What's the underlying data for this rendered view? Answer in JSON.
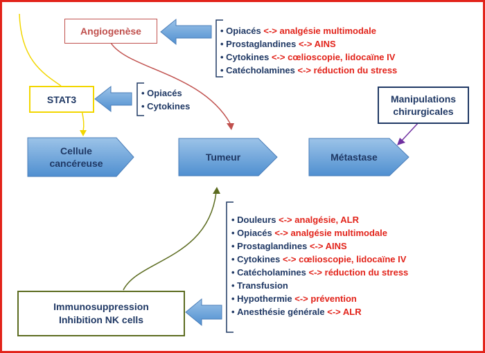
{
  "colors": {
    "frame": "#e2231a",
    "navy": "#1f3864",
    "red": "#e2231a",
    "angio_border": "#c0504d",
    "stat3_border": "#f2d600",
    "immuno_border": "#5b6b1f",
    "manip_arrow": "#7030a0",
    "arrow_fill": "#5b9bd5"
  },
  "boxes": {
    "angiogenese": "Angiogenèse",
    "stat3": "STAT3",
    "manipulations_line1": "Manipulations",
    "manipulations_line2": "chirurgicales",
    "immuno_line1": "Immunosuppression",
    "immuno_line2": "Inhibition NK cells"
  },
  "stages": {
    "cellule_line1": "Cellule",
    "cellule_line2": "cancéreuse",
    "tumeur": "Tumeur",
    "metastase": "Métastase"
  },
  "lists": {
    "angiogenese": [
      {
        "factor": "Opiacés",
        "sep": "<->",
        "action": "analgésie multimodale"
      },
      {
        "factor": "Prostaglandines",
        "sep": "<->",
        "action": "AINS"
      },
      {
        "factor": "Cytokines",
        "sep": "<->",
        "action": "cœlioscopie, lidocaïne IV"
      },
      {
        "factor": "Catécholamines",
        "sep": "<->",
        "action": "réduction du stress"
      }
    ],
    "stat3": [
      {
        "factor": "Opiacés"
      },
      {
        "factor": "Cytokines"
      }
    ],
    "immunosuppression": [
      {
        "factor": "Douleurs",
        "sep": "<->",
        "action": "analgésie, ALR"
      },
      {
        "factor": "Opiacés",
        "sep": "<->",
        "action": "analgésie multimodale"
      },
      {
        "factor": "Prostaglandines",
        "sep": "<->",
        "action": "AINS"
      },
      {
        "factor": "Cytokines",
        "sep": "<->",
        "action": "cœlioscopie, lidocaïne IV"
      },
      {
        "factor": "Catécholamines",
        "sep": "<->",
        "action": "réduction du stress"
      },
      {
        "factor": "Transfusion"
      },
      {
        "factor": "Hypothermie",
        "sep": "<->",
        "action": "prévention"
      },
      {
        "factor": "Anesthésie générale",
        "sep": "<->",
        "action": "ALR"
      }
    ]
  }
}
